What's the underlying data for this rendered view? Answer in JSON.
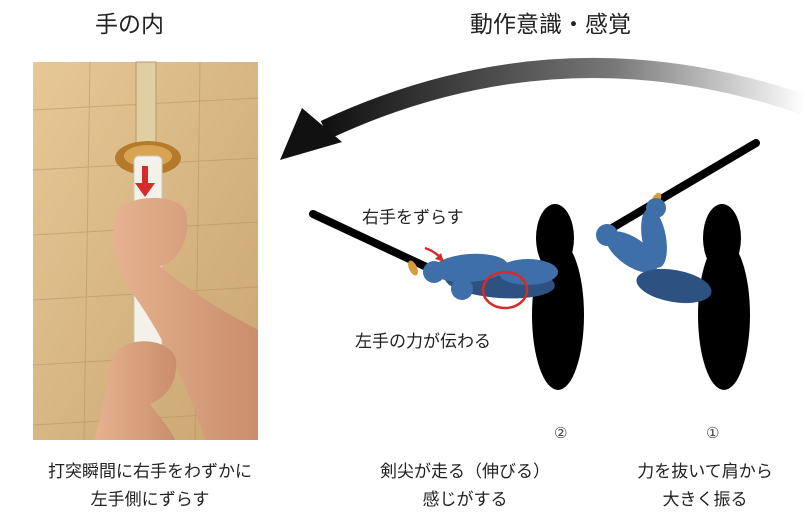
{
  "headings": {
    "left": "手の内",
    "right": "動作意識・感覚"
  },
  "labels": {
    "right_hand": "右手をずらす",
    "left_hand": "左手の力が伝わる"
  },
  "steps": {
    "step1": "①",
    "step2": "②"
  },
  "captions": {
    "left_line1": "打突瞬間に右手をわずかに",
    "left_line2": "左手側にずらす",
    "middle_line1": "剣尖が走る（伸びる）",
    "middle_line2": "感じがする",
    "right_line1": "力を抜いて肩から",
    "right_line2": "大きく振る"
  },
  "colors": {
    "arm_blue": "#3f6fa8",
    "arm_blue_dark": "#2d5282",
    "tsuba": "#d99a3a",
    "highlight": "#d62b2b",
    "floor": "#d9b98a"
  }
}
